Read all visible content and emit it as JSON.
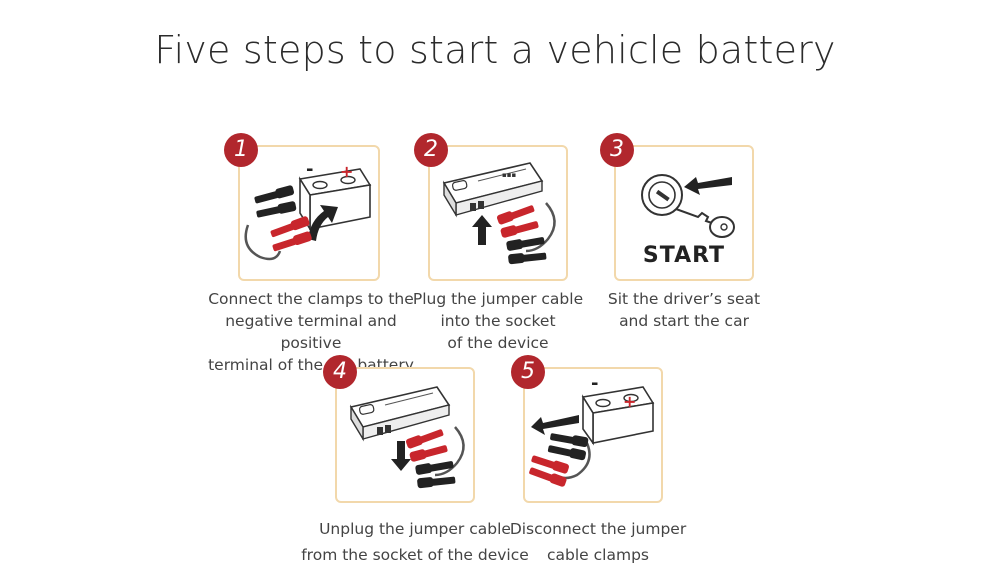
{
  "title": "Five steps to start a vehicle battery",
  "colors": {
    "badge": "#b1272d",
    "panel_border": "#f2d8ab",
    "clamp_red": "#c8262c"
  },
  "steps": [
    {
      "number": "1",
      "caption": "Connect the clamps to the\nnegative terminal and positive\nterminal of the car battery",
      "icon": "battery-clamps-icon",
      "minus": "-",
      "plus": "+"
    },
    {
      "number": "2",
      "caption": "Plug the jumper cable\ninto the socket\nof the device",
      "icon": "jump-starter-plug-icon"
    },
    {
      "number": "3",
      "caption": "Sit the driver’s seat\nand start the car",
      "icon": "ignition-key-icon",
      "panel_text": "START"
    },
    {
      "number": "4",
      "caption": "Unplug the jumper cable\nfrom the socket of the device",
      "icon": "jump-starter-unplug-icon"
    },
    {
      "number": "5",
      "caption": "Disconnect the jumper\ncable clamps",
      "icon": "battery-disconnect-icon",
      "minus": "-",
      "plus": "+"
    }
  ]
}
